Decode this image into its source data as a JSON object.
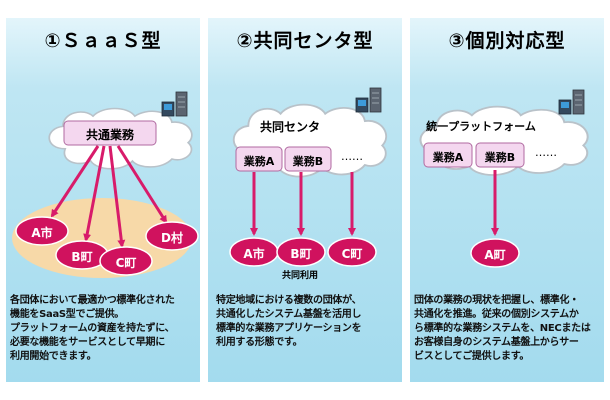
{
  "colors": {
    "panel_top": "#e3f5fb",
    "panel_bottom": "#a3dbee",
    "arrow": "#d81b6a",
    "pill_fill": "#d0125e",
    "box_fill": "#f4d7ef",
    "oval_fill": "#f7d9a8"
  },
  "panels": [
    {
      "title": "①ＳａａＳ型",
      "cloud_label": "共通業務",
      "cities": [
        "A市",
        "B町",
        "C町",
        "D村"
      ],
      "description": "各団体において最適かつ標準化された\n機能をSaaS型でご提供。\nプラットフォームの資産を持たずに、\n必要な機能をサービスとして早期に\n利用開始できます。"
    },
    {
      "title": "②共同センタ型",
      "cloud_label": "共同センタ",
      "tasks": [
        "業務A",
        "業務B",
        "……"
      ],
      "cities": [
        "A市",
        "B町",
        "C町"
      ],
      "shared_label": "共同利用",
      "description": "特定地域における複数の団体が、\n共通化したシステム基盤を活用し\n標準的な業務アプリケーションを\n利用する形態です。"
    },
    {
      "title": "③個別対応型",
      "cloud_label": "統一プラットフォーム",
      "tasks": [
        "業務A",
        "業務B",
        "……"
      ],
      "cities": [
        "A町"
      ],
      "description": "団体の業務の現状を把握し、標準化・\n共通化を推進。従来の個別システムか\nら標準的な業務システムを、NECまたは\nお客様自身のシステム基盤上からサー\nビスとしてご提供します。"
    }
  ]
}
